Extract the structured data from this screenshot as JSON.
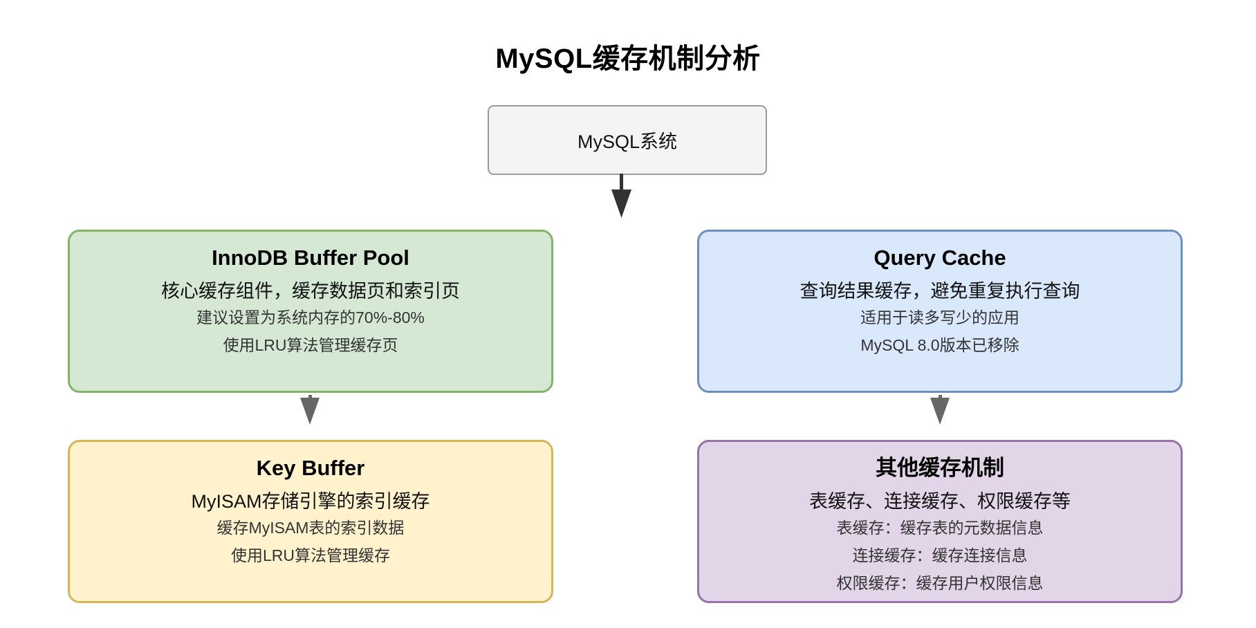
{
  "title": "MySQL缓存机制分析",
  "root_node": {
    "label": "MySQL系统"
  },
  "colors": {
    "root_fill": "#f4f4f4",
    "root_stroke": "#9a9a9a",
    "innodb_fill": "#d5e8d4",
    "innodb_stroke": "#82b366",
    "query_cache_fill": "#dae8fc",
    "query_cache_stroke": "#6c8ebf",
    "key_buffer_fill": "#fff2cc",
    "key_buffer_stroke": "#d6b656",
    "other_fill": "#e1d5e7",
    "other_stroke": "#9673a6",
    "arrow_primary": "#333333",
    "arrow_secondary": "#666666"
  },
  "nodes": {
    "innodb": {
      "title": "InnoDB Buffer Pool",
      "subtitle": "核心缓存组件，缓存数据页和索引页",
      "lines": [
        "建议设置为系统内存的70%-80%",
        "使用LRU算法管理缓存页"
      ]
    },
    "query_cache": {
      "title": "Query Cache",
      "subtitle": "查询结果缓存，避免重复执行查询",
      "lines": [
        "适用于读多写少的应用",
        "MySQL 8.0版本已移除"
      ]
    },
    "key_buffer": {
      "title": "Key Buffer",
      "subtitle": "MyISAM存储引擎的索引缓存",
      "lines": [
        "缓存MyISAM表的索引数据",
        "使用LRU算法管理缓存"
      ]
    },
    "other": {
      "title": "其他缓存机制",
      "subtitle": "表缓存、连接缓存、权限缓存等",
      "lines": [
        "表缓存：缓存表的元数据信息",
        "连接缓存：缓存连接信息",
        "权限缓存：缓存用户权限信息"
      ]
    }
  },
  "edges": [
    {
      "from": "MySQL系统",
      "to": "cache-layer"
    },
    {
      "from": "InnoDB Buffer Pool",
      "to": "Key Buffer"
    },
    {
      "from": "Query Cache",
      "to": "其他缓存机制"
    }
  ]
}
